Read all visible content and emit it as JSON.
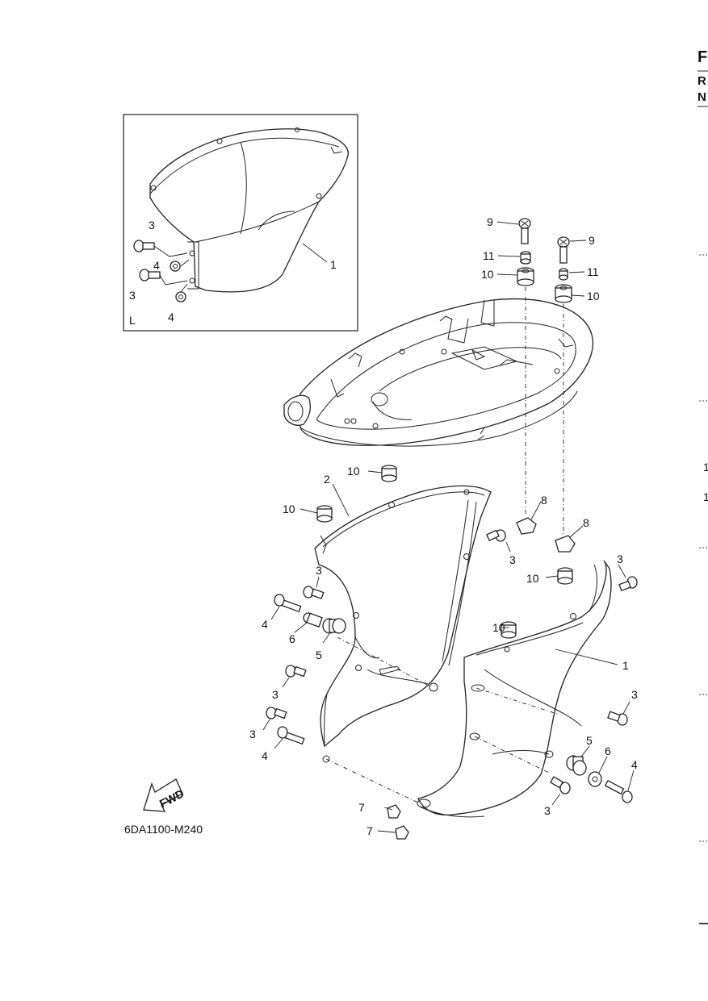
{
  "header": {
    "letters": [
      "F",
      "R",
      "N"
    ]
  },
  "inset": {
    "view_label": "L",
    "callouts": [
      "3",
      "4",
      "3",
      "4",
      "1"
    ]
  },
  "upper_parts": {
    "callouts": [
      "9",
      "11",
      "10",
      "9",
      "11",
      "10"
    ]
  },
  "main_callouts": {
    "c10a": "10",
    "c2": "2",
    "c10b": "10",
    "c8a": "8",
    "c3a": "3",
    "c8b": "8",
    "c3b": "3",
    "c10c": "10",
    "c3c": "3",
    "c4a": "4",
    "c6a": "6",
    "c5a": "5",
    "c10d": "10",
    "c1": "1",
    "c3d": "3",
    "c3e": "3",
    "c3f": "3",
    "c4b": "4",
    "c5b": "5",
    "c6b": "6",
    "c4c": "4",
    "c7a": "7",
    "c3g": "3",
    "c7b": "7"
  },
  "fwd_label": "FWD",
  "figure_code": "6DA1100-M240",
  "margin_marks": [
    "1",
    "1"
  ]
}
